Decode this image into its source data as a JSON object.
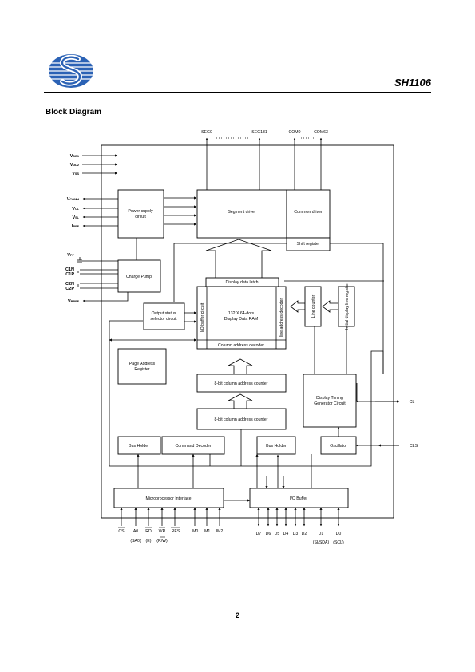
{
  "header": {
    "chip_name": "SH1106",
    "brand_color": "#2b62b5"
  },
  "section": {
    "title": "Block Diagram"
  },
  "footer": {
    "page_number": "2"
  },
  "diagram": {
    "top_signals": [
      "SEG0",
      "SEG131",
      "COM0",
      "COM63"
    ],
    "left_pins": {
      "vdd1": {
        "main": "V",
        "sub": "DD1"
      },
      "vdd2": {
        "main": "V",
        "sub": "DD2"
      },
      "vss": {
        "main": "V",
        "sub": "SS"
      },
      "vcomh": {
        "main": "V",
        "sub": "COMH"
      },
      "vcl": {
        "main": "V",
        "sub": "CL"
      },
      "vsl": {
        "main": "V",
        "sub": "SL"
      },
      "iref": {
        "main": "I",
        "sub": "REF"
      },
      "vpp": {
        "main": "V",
        "sub": "PP"
      },
      "c1n": "C1N",
      "c1p": "C1P",
      "c2n": "C2N",
      "c2p": "C2P",
      "vbref": {
        "main": "V",
        "sub": "BREF"
      }
    },
    "right_pins": {
      "cl": "CL",
      "cls": "CLS"
    },
    "blocks": {
      "power_supply": [
        "Power supply",
        "circuit"
      ],
      "charge_pump": [
        "Charge Pump"
      ],
      "segment_driver": [
        "Segment driver"
      ],
      "common_driver": [
        "Common driver"
      ],
      "shift_register": [
        "Shift register"
      ],
      "display_data_latch": [
        "Display data latch"
      ],
      "ram": [
        "132 X 64-dots",
        "Display Data RAM"
      ],
      "io_buffer_vertical": "I/O buffer circuit",
      "line_address_decoder": "line address decoder",
      "column_address_decoder": [
        "Column address decoder"
      ],
      "line_counter": "Line counter",
      "initial_display_line": "Initial display line register",
      "output_status": [
        "Output status",
        "selector circuit"
      ],
      "page_address": [
        "Page Address",
        "Register"
      ],
      "col_counter_1": [
        "8-bit column address counter"
      ],
      "col_counter_2": [
        "8-bit column address counter"
      ],
      "display_timing": [
        "Display Timing",
        "Generator Circuit"
      ],
      "bus_holder_1": [
        "Bus Holder"
      ],
      "command_decoder": [
        "Command Decoder"
      ],
      "bus_holder_2": [
        "Bus Holder"
      ],
      "oscillator": [
        "Oscillator"
      ],
      "microprocessor_interface": [
        "Microprocessor Interface"
      ],
      "io_buffer": [
        "I/O Buffer"
      ]
    },
    "bottom_pins": {
      "cs": "CS",
      "a0": "A0",
      "rd": "RD",
      "wr": "WR",
      "res": "RES",
      "im0": "IM0",
      "im1": "IM1",
      "im2": "IM2",
      "d7": "D7",
      "d6": "D6",
      "d5": "D5",
      "d4": "D4",
      "d3": "D3",
      "d2": "D2",
      "d1": "D1",
      "d0": "D0"
    },
    "bottom_sub_labels": {
      "sa0": "(SA0)",
      "e": "(E)",
      "rw": "(R/W)",
      "si_sda": "(SI/SDA)",
      "scl": "(SCL)"
    }
  }
}
